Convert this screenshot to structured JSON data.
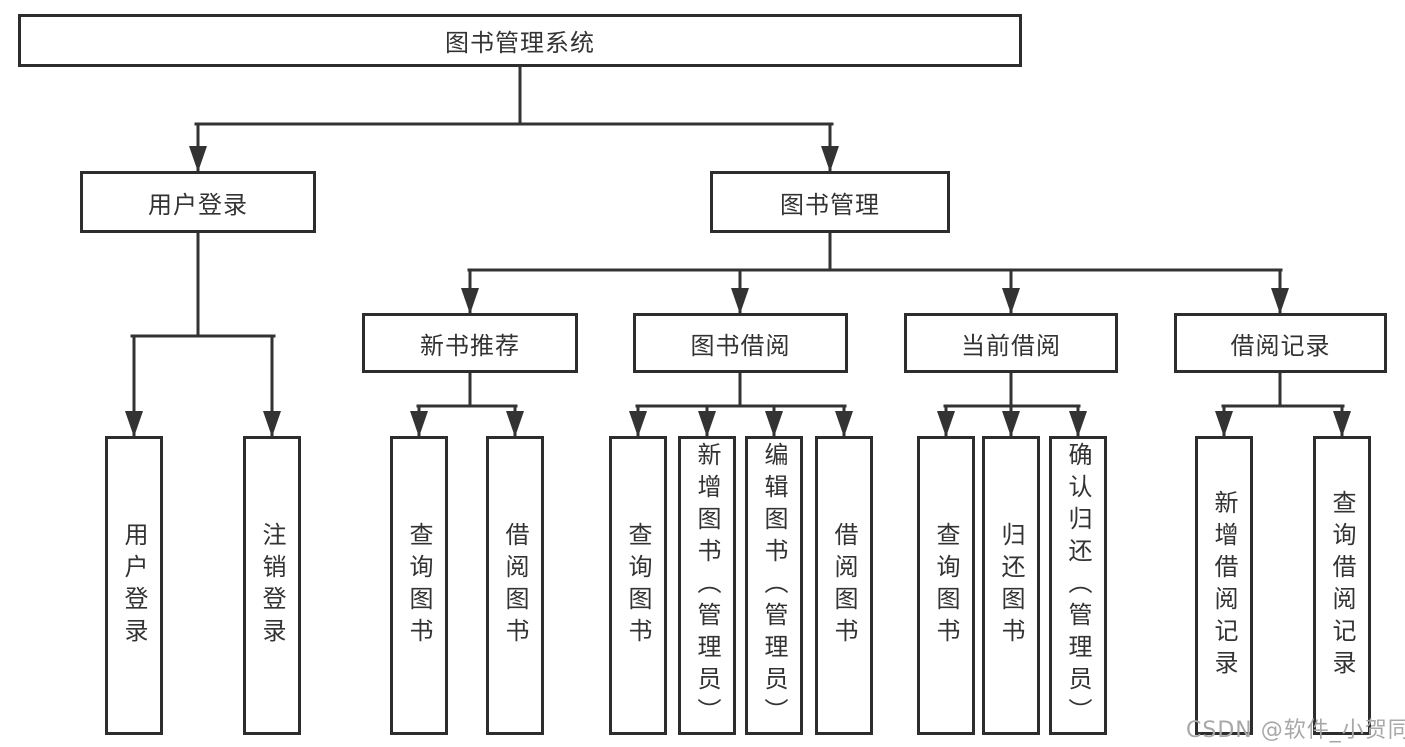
{
  "tree": {
    "root": "图书管理系统",
    "branches": [
      {
        "label": "用户登录",
        "children": [
          "用户登录",
          "注销登录"
        ]
      },
      {
        "label": "图书管理",
        "groups": [
          {
            "label": "新书推荐",
            "children": [
              "查询图书",
              "借阅图书"
            ]
          },
          {
            "label": "图书借阅",
            "children": [
              "查询图书",
              "新增图书（管理员）",
              "编辑图书（管理员）",
              "借阅图书"
            ]
          },
          {
            "label": "当前借阅",
            "children": [
              "查询图书",
              "归还图书",
              "确认归还（管理员）"
            ]
          },
          {
            "label": "借阅记录",
            "children": [
              "新增借阅记录",
              "查询借阅记录"
            ]
          }
        ]
      }
    ]
  },
  "watermark": {
    "text": "CSDN @软件_小贺同学"
  },
  "colors": {
    "line": "#333333",
    "box_border": "#2d2d2d",
    "text": "#333333",
    "watermark": "#a8a8a8",
    "background": "#ffffff"
  }
}
